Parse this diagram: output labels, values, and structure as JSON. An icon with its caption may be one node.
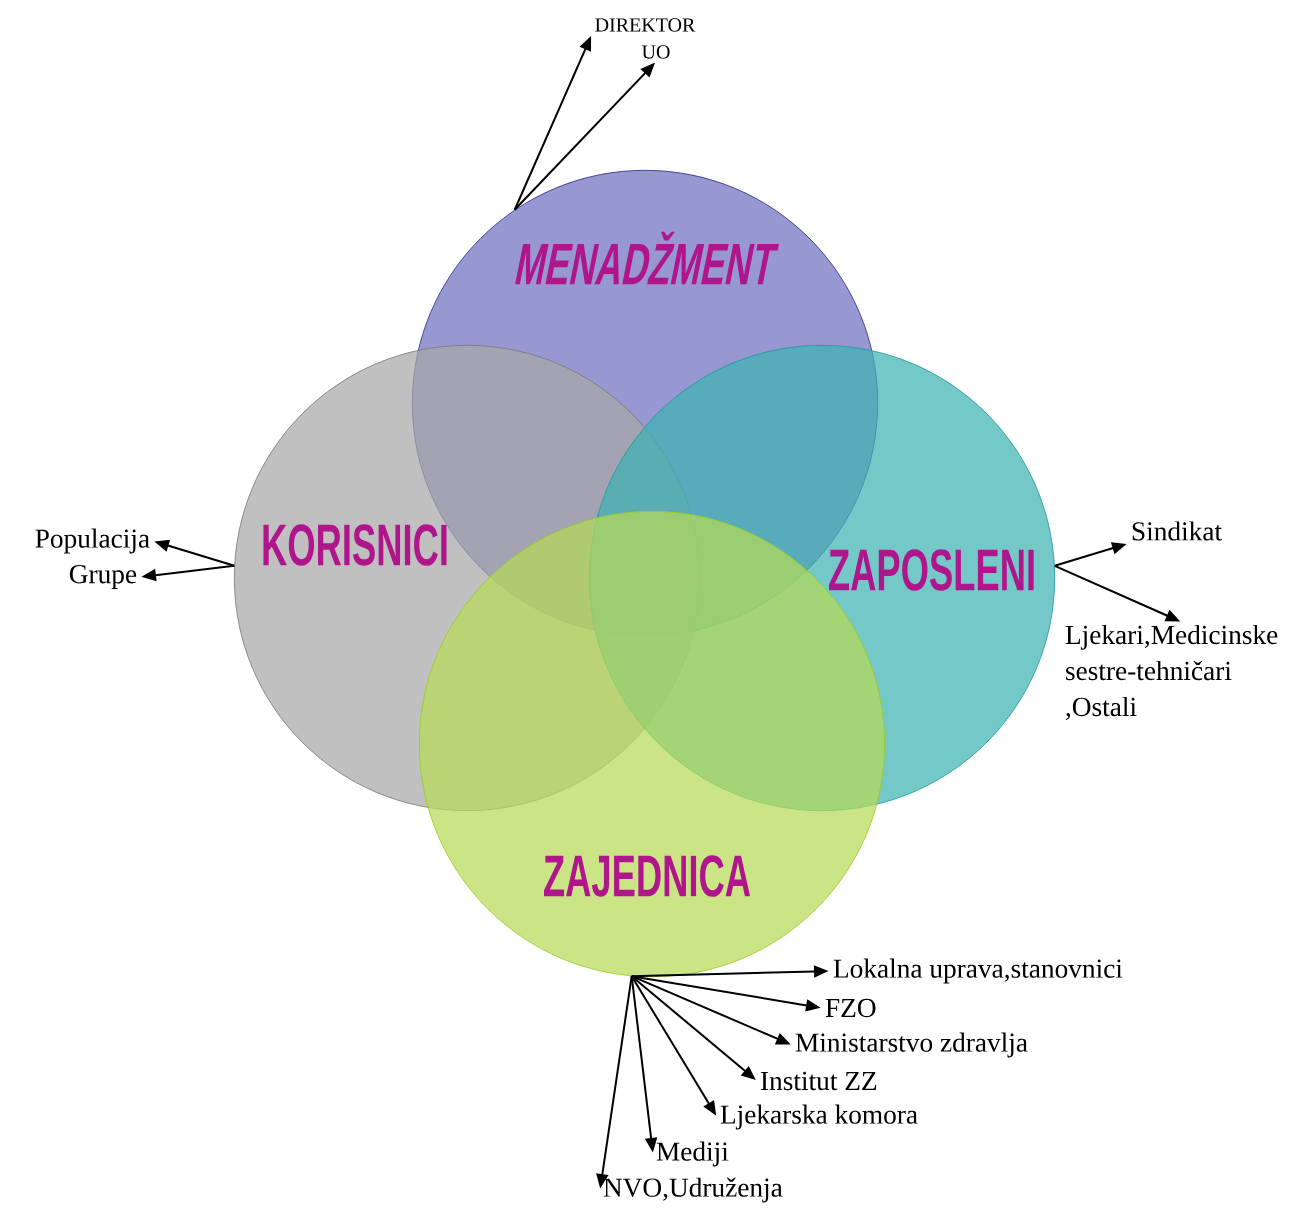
{
  "diagram": {
    "nodes": [
      {
        "text": [
          "MENADŽMENT"
        ]
      },
      {
        "text": [
          "KORISNICI"
        ]
      },
      {
        "text": [
          "ZAPOSLENI"
        ]
      },
      {
        "text": [
          "ZAJEDNICA"
        ]
      },
      {
        "text": [
          "DIREKTOR"
        ]
      },
      {
        "text": [
          "UO"
        ]
      },
      {
        "text": [
          "Populacija"
        ]
      },
      {
        "text": [
          "Grupe"
        ]
      },
      {
        "text": [
          "Sindikat"
        ]
      },
      {
        "text": [
          "Ljekari,Medicinske sestre-tehničari ,Ostali"
        ]
      },
      {
        "text": [
          "Lokalna uprava,stanovnici"
        ]
      },
      {
        "text": [
          "FZO"
        ]
      },
      {
        "text": [
          "Ministarstvo zdravlja"
        ]
      },
      {
        "text": [
          "Institut ZZ"
        ]
      },
      {
        "text": [
          "Ljekarska komora"
        ]
      },
      {
        "text": [
          "Mediji"
        ]
      },
      {
        "text": [
          "NVO,Udruženja"
        ]
      }
    ],
    "edges": [
      {
        "from": 0,
        "to": 4,
        "arrow": "to"
      },
      {
        "from": 0,
        "to": 5,
        "arrow": "to"
      },
      {
        "from": 1,
        "to": 6,
        "arrow": "to"
      },
      {
        "from": 1,
        "to": 7,
        "arrow": "to"
      },
      {
        "from": 2,
        "to": 8,
        "arrow": "to"
      },
      {
        "from": 2,
        "to": 9,
        "arrow": "to"
      },
      {
        "from": 3,
        "to": 10,
        "arrow": "to"
      },
      {
        "from": 3,
        "to": 11,
        "arrow": "to"
      },
      {
        "from": 3,
        "to": 12,
        "arrow": "to"
      },
      {
        "from": 3,
        "to": 13,
        "arrow": "to"
      },
      {
        "from": 3,
        "to": 14,
        "arrow": "to"
      },
      {
        "from": 3,
        "to": 15,
        "arrow": "to"
      },
      {
        "from": 3,
        "to": 16,
        "arrow": "to"
      }
    ]
  }
}
